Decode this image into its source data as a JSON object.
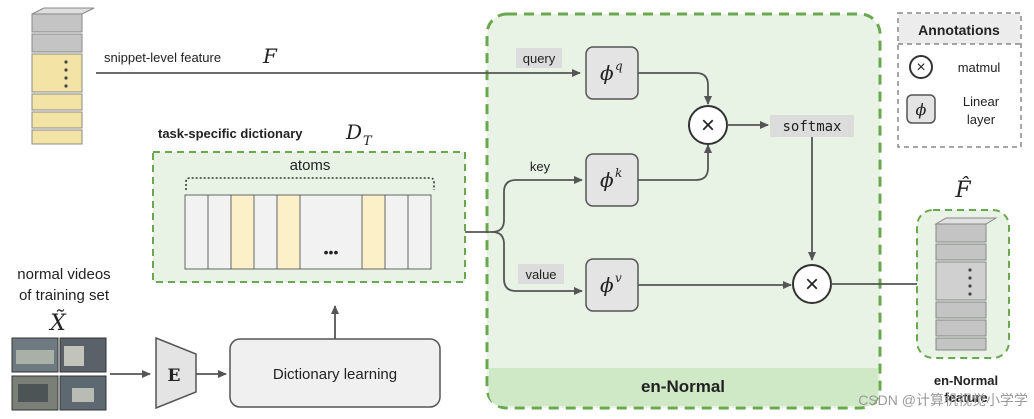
{
  "snippet": {
    "label": "snippet-level feature",
    "symbol": "F"
  },
  "dictionary": {
    "title": "task-specific dictionary",
    "symbol": "D",
    "symbol_sub": "T",
    "atoms_label": "atoms",
    "ellipsis": "•••"
  },
  "videos": {
    "line1": "normal videos",
    "line2": "of training set",
    "symbol": "X̃"
  },
  "encoder": {
    "label": "E"
  },
  "dict_learning": {
    "label": "Dictionary learning"
  },
  "module": {
    "title": "en-Normal",
    "query_label": "query",
    "key_label": "key",
    "value_label": "value",
    "phi_q": "q",
    "phi_k": "k",
    "phi_v": "v",
    "phi": "ϕ",
    "matmul_symbol": "×",
    "softmax": "softmax"
  },
  "output": {
    "symbol": "F̂",
    "line1": "en-Normal",
    "line2": "feature"
  },
  "annotations": {
    "title": "Annotations",
    "matmul": "matmul",
    "linear_line1": "Linear",
    "linear_line2": "layer"
  },
  "watermark": "CSDN @计算机视觉小学学",
  "colors": {
    "green_dash": "#6aa84f",
    "green_fill": "#e8f3e6",
    "green_band": "#cfe8c6",
    "atom_yellow": "#fbf0c8",
    "block_gray": "#c8c8c8",
    "label_bg": "#dcdcdc"
  }
}
